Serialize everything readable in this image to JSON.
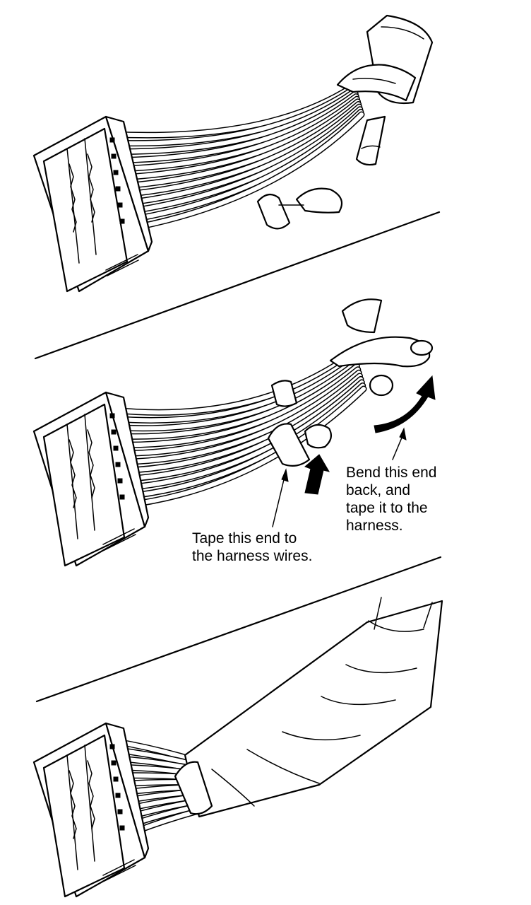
{
  "steps": [
    {
      "label": ""
    },
    {
      "label": ""
    },
    {
      "label": ""
    }
  ],
  "callouts": {
    "bend_end": {
      "lines": [
        "Bend this end",
        "back, and",
        "tape it to the",
        "harness."
      ]
    },
    "tape_end": {
      "lines": [
        "Tape this end to",
        "the harness wires."
      ]
    }
  },
  "colors": {
    "line": "#000000",
    "background": "#ffffff"
  }
}
